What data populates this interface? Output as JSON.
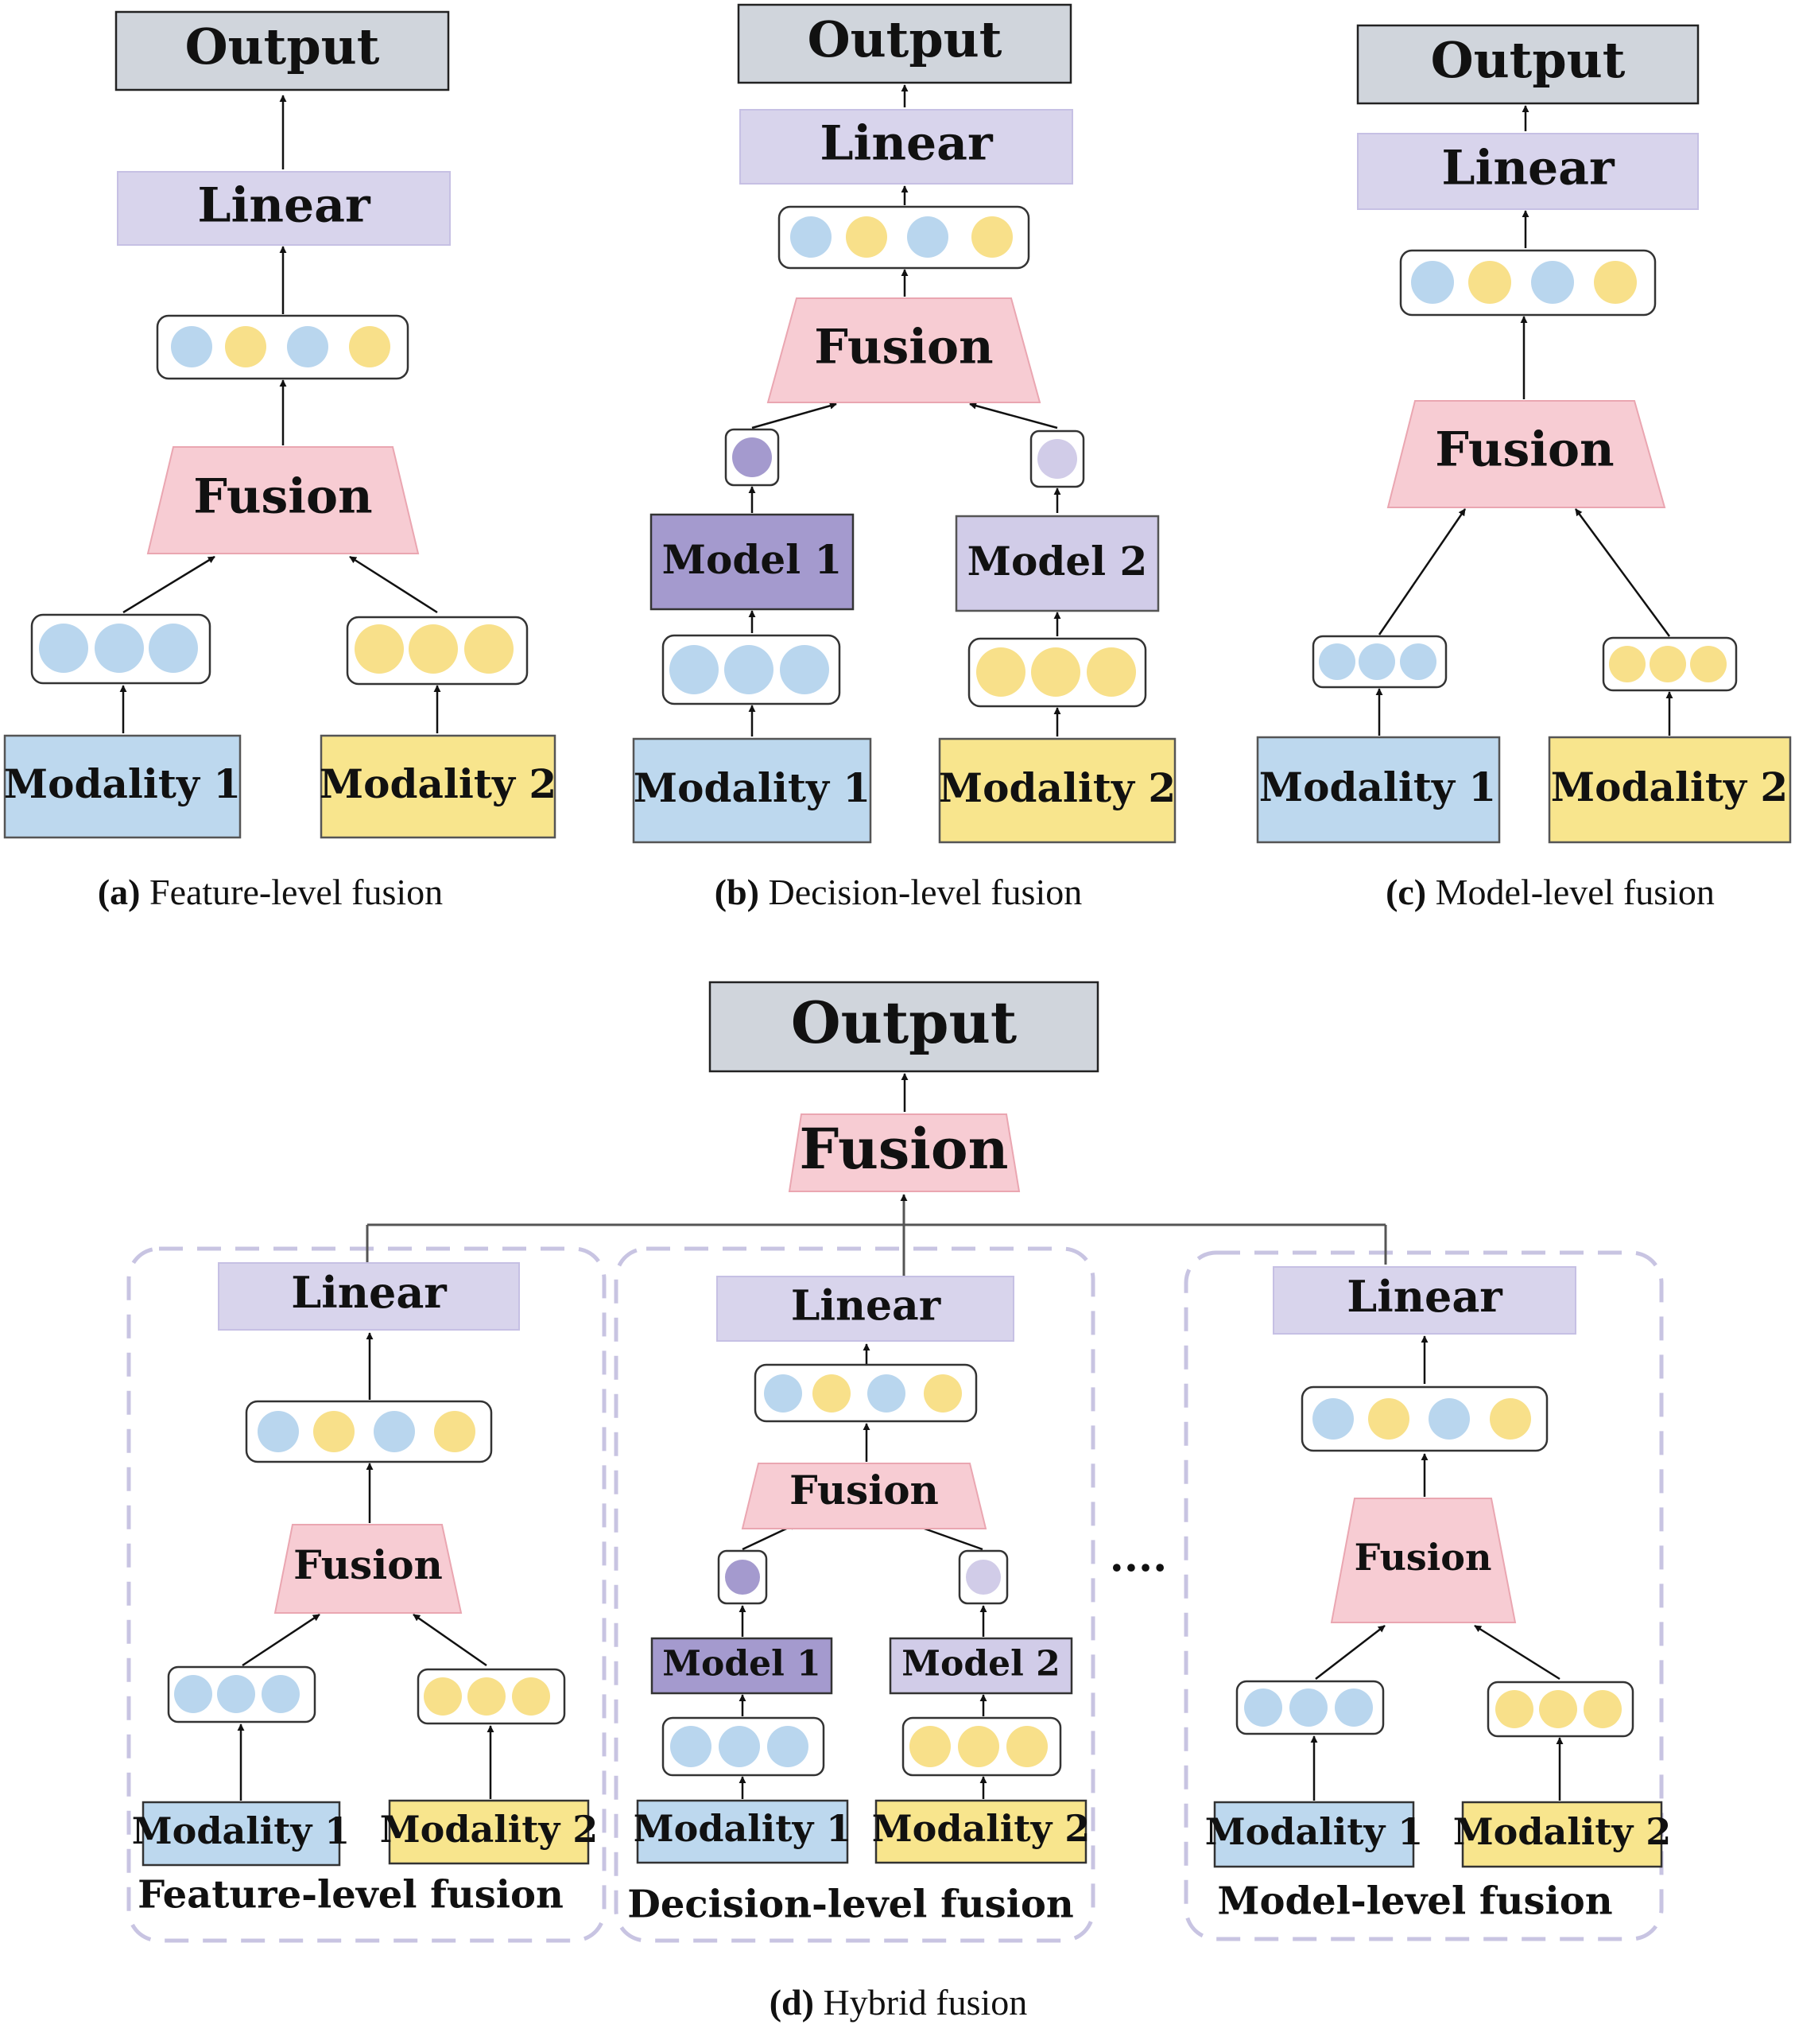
{
  "labels": {
    "output": "Output",
    "linear": "Linear",
    "fusion": "Fusion",
    "model_1": "Model 1",
    "model_2": "Model 2",
    "modality_1": "Modality 1",
    "modality_2": "Modality 2",
    "ellipsis": "...."
  },
  "captions": {
    "a": {
      "tag": "(a)",
      "text": "Feature-level fusion"
    },
    "b": {
      "tag": "(b)",
      "text": "Decision-level fusion"
    },
    "c": {
      "tag": "(c)",
      "text": "Model-level fusion"
    },
    "d": {
      "tag": "(d)",
      "text": "Hybrid fusion"
    }
  },
  "hybrid_group_titles": {
    "feature": "Feature-level fusion",
    "decision": "Decision-level fusion",
    "model": "Model-level fusion"
  },
  "colors": {
    "output": "#d0d5dc",
    "linear": "#d8d4ec",
    "fusion": "#f7ccd3",
    "modality_1": "#bdd8ee",
    "modality_2": "#f8e58d",
    "model_1": "#a49ace",
    "model_2": "#d1cce8",
    "dot_blue": "#b9d6ee",
    "dot_yellow": "#f8e08a",
    "dot_purple_dark": "#a49ace",
    "dot_purple_light": "#d1cce8",
    "group_border": "#c8c4e2"
  }
}
